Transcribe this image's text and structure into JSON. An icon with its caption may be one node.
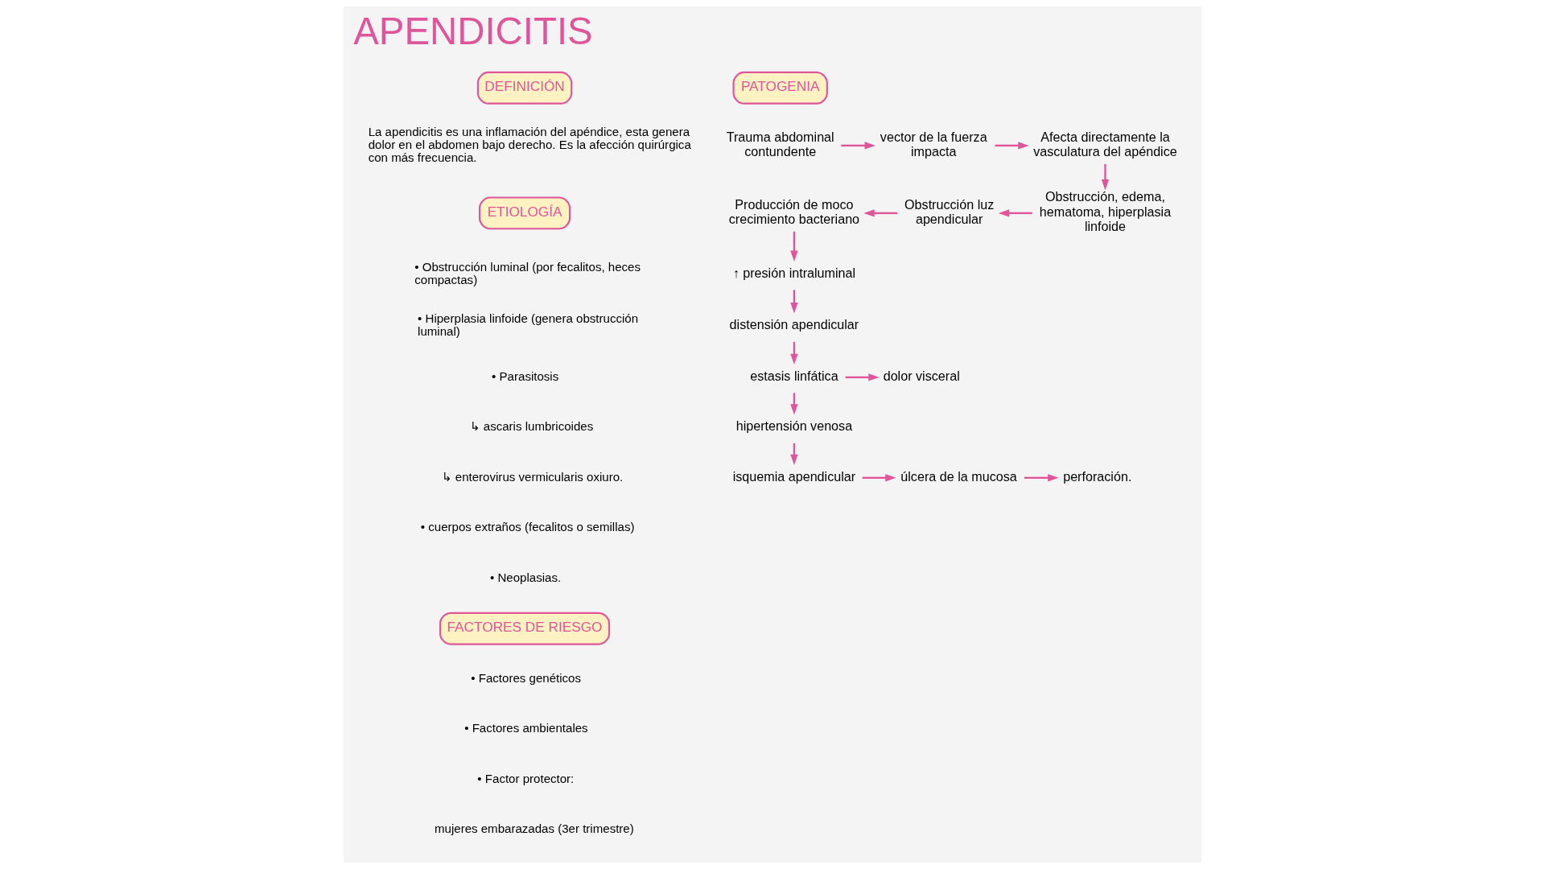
{
  "diagram": {
    "title": "APENDICITIS",
    "nodes": [
      {
        "text": [
          "DEFINICIÓN"
        ]
      },
      {
        "text": [
          "ETIOLOGÍA"
        ]
      },
      {
        "text": [
          "FACTORES DE RIESGO"
        ]
      },
      {
        "text": [
          "PATOGENIA"
        ]
      },
      {
        "text": [
          "Trauma abdominal contundente"
        ]
      },
      {
        "text": [
          "vector de la fuerza impacta"
        ]
      },
      {
        "text": [
          "Afecta directamente la vasculatura del apéndice"
        ]
      },
      {
        "text": [
          "Obstrucción, edema, hematoma, hiperplasia linfoide"
        ]
      },
      {
        "text": [
          "Obstrucción luz apendicular"
        ]
      },
      {
        "text": [
          "Producción de moco crecimiento bacteriano"
        ]
      },
      {
        "text": [
          "↑ presión intraluminal"
        ]
      },
      {
        "text": [
          "distensión apendicular"
        ]
      },
      {
        "text": [
          "estasis linfática"
        ]
      },
      {
        "text": [
          "dolor visceral"
        ]
      },
      {
        "text": [
          "hipertensión venosa"
        ]
      },
      {
        "text": [
          "isquemia apendicular"
        ]
      },
      {
        "text": [
          "úlcera de la mucosa"
        ]
      },
      {
        "text": [
          "perforación."
        ]
      }
    ],
    "edges": [
      {
        "from": 4,
        "to": 5,
        "arrow": "to"
      },
      {
        "from": 5,
        "to": 6,
        "arrow": "to"
      },
      {
        "from": 6,
        "to": 7,
        "arrow": "to"
      },
      {
        "from": 7,
        "to": 8,
        "arrow": "to"
      },
      {
        "from": 8,
        "to": 9,
        "arrow": "to"
      },
      {
        "from": 9,
        "to": 10,
        "arrow": "to"
      },
      {
        "from": 10,
        "to": 11,
        "arrow": "to"
      },
      {
        "from": 11,
        "to": 12,
        "arrow": "to"
      },
      {
        "from": 12,
        "to": 13,
        "arrow": "to"
      },
      {
        "from": 12,
        "to": 14,
        "arrow": "to"
      },
      {
        "from": 14,
        "to": 15,
        "arrow": "to"
      },
      {
        "from": 15,
        "to": 16,
        "arrow": "to"
      },
      {
        "from": 16,
        "to": 17,
        "arrow": "to"
      }
    ],
    "labels": [
      "La apendicitis es una inflamación del apéndice, esta genera dolor en el abdomen bajo derecho. Es la afección quirúrgica con más frecuencia.",
      "• Obstrucción luminal (por fecalitos, heces compactas)",
      "• Hiperplasia linfoide (genera obstrucción luminal)",
      "• Parasitosis",
      "↳ ascaris lumbricoides",
      "↳ enterovirus vermicularis oxiuro.",
      "• cuerpos extraños (fecalitos o semillas)",
      "• Neoplasias.",
      "• Factores genéticos",
      "• Factores ambientales",
      "• Factor protector:",
      "mujeres embarazadas (3er trimestre)"
    ]
  }
}
